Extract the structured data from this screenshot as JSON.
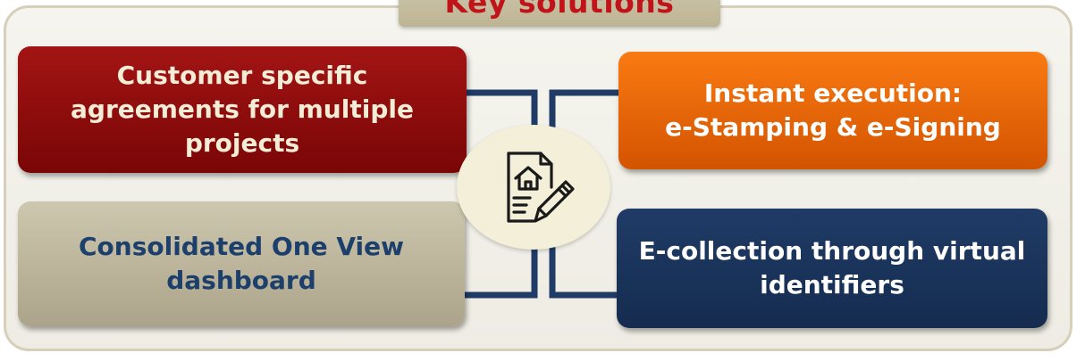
{
  "title": "Key solutions",
  "boxes": {
    "top_left": "Customer specific agreements for multiple projects",
    "top_right_line1": "Instant execution:",
    "top_right_line2": "e-Stamping & e-Signing",
    "bottom_left": "Consolidated One View dashboard",
    "bottom_right": "E-collection through virtual identifiers"
  },
  "center": {
    "icon": "house-document-signing-pen-icon"
  },
  "colors": {
    "title_text": "#c0141a",
    "title_tab": "#c7bf9f",
    "frame_border": "#d6d0ba",
    "connector": "#1f3b66",
    "red_box": "#8e0d0d",
    "orange_box": "#f07010",
    "beige_box": "#bdb69c",
    "navy_box": "#1b355c",
    "beige_box_text": "#1c3f6b",
    "icon_circle": "#f4efd9"
  }
}
